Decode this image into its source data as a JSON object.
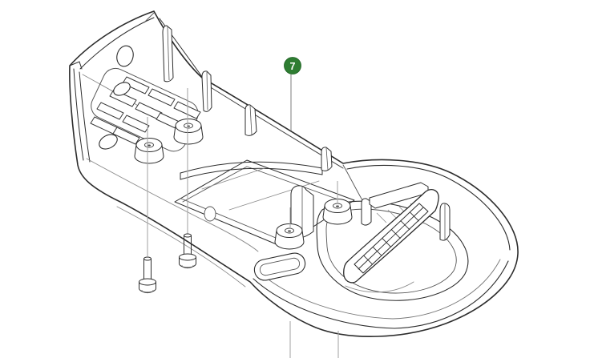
{
  "figure": {
    "type": "exploded-parts-diagram",
    "background_color": "#ffffff",
    "line_color": "#2c2c2c",
    "light_line_color": "#8a8a8a",
    "leader_line_color": "#a8a8a8",
    "callout": {
      "label": "7",
      "badge_color": "#2e7d32",
      "badge_border_color": "#1b5e20",
      "text_color": "#ffffff"
    },
    "components": [
      "housing-shell",
      "vent-panel",
      "screw-bosses",
      "loop-handle-base",
      "ribbed-grip",
      "screw-bolt-left",
      "screw-bolt-right"
    ]
  }
}
